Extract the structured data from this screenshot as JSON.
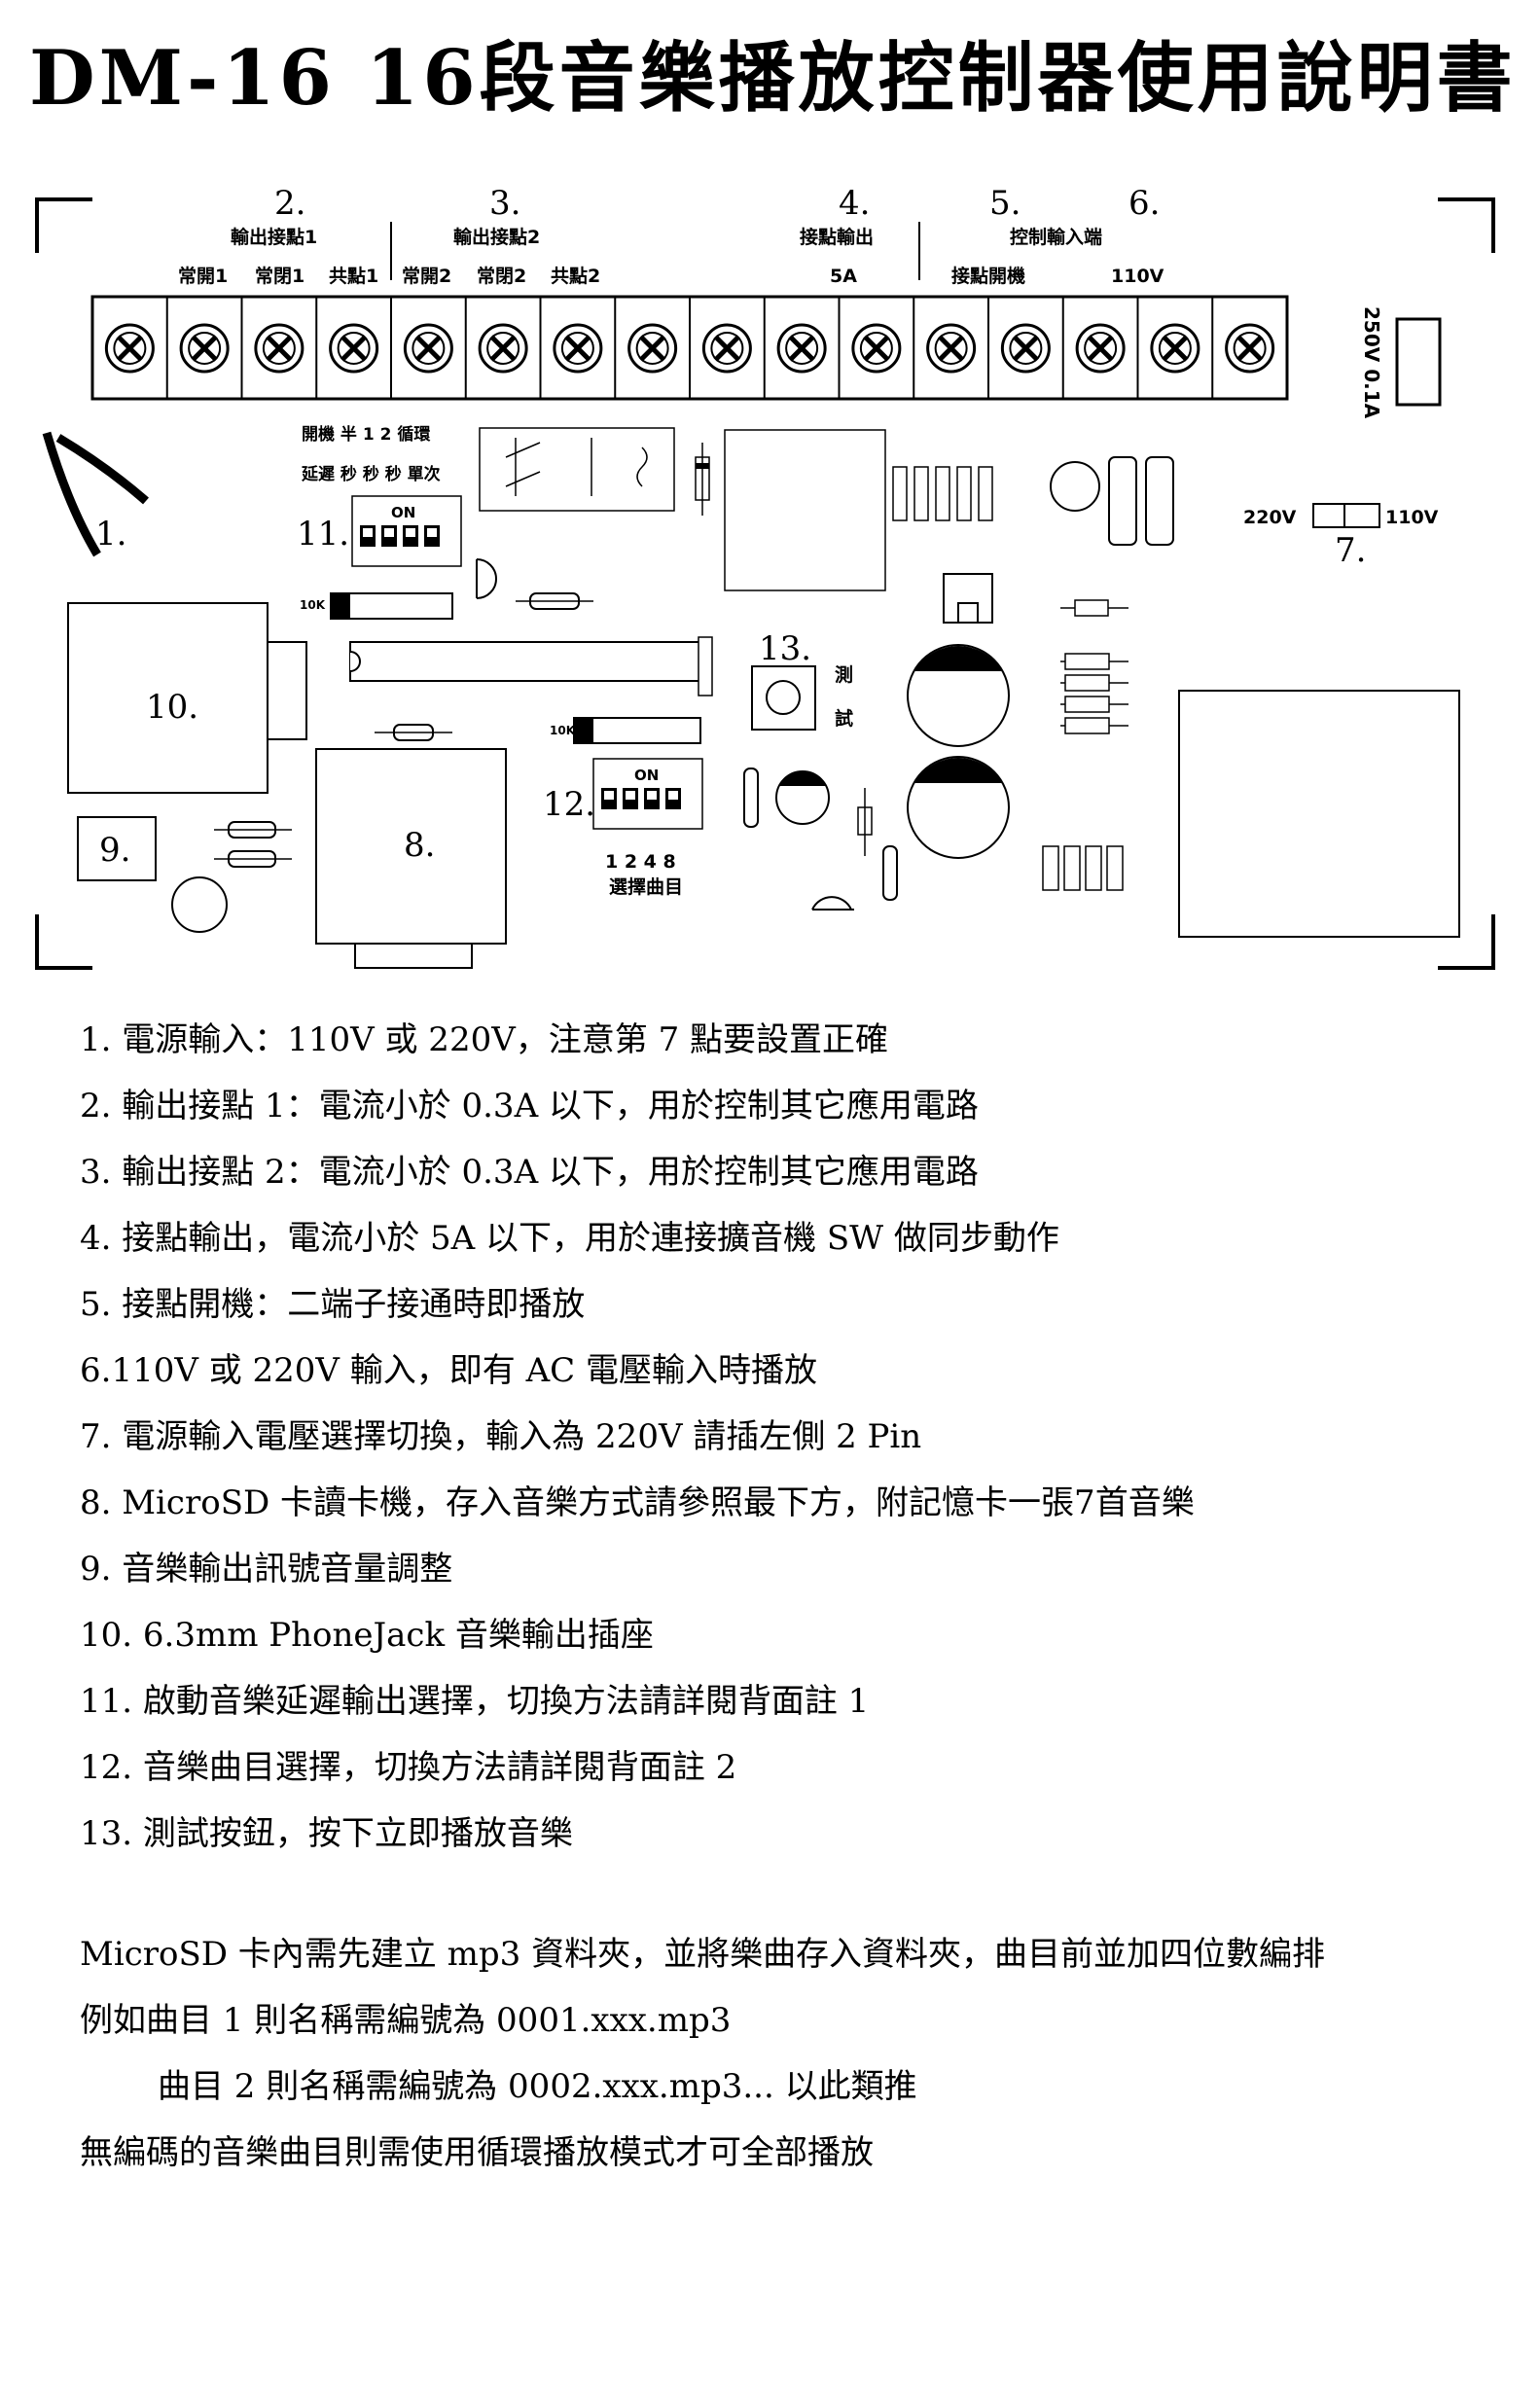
{
  "title": "DM-16 16段音樂播放控制器使用說明書",
  "board": {
    "callouts": {
      "c1": "1.",
      "c2": "2.",
      "c3": "3.",
      "c4": "4.",
      "c5": "5.",
      "c6": "6.",
      "c7": "7.",
      "c8": "8.",
      "c9": "9.",
      "c10": "10.",
      "c11": "11.",
      "c12": "12.",
      "c13": "13."
    },
    "groups": {
      "out1": "輸出接點1",
      "out2": "輸出接點2",
      "contact_out": "接點輸出",
      "ctrl_in": "控制輸入端"
    },
    "terminals": {
      "t1": "常開1",
      "t2": "常閉1",
      "t3": "共點1",
      "t4": "常開2",
      "t5": "常閉2",
      "t6": "共點2",
      "t7": "5A",
      "t8": "接點開機",
      "t9": "110V"
    },
    "fuse_label": "250V 0.1A",
    "volt_left": "220V",
    "volt_right": "110V",
    "dip1_row1": "開機  半  1  2  循環",
    "dip1_row2": "延遲  秒  秒  秒  單次",
    "on_label": "ON",
    "res_label": "10K",
    "test_label1": "測",
    "test_label2": "試",
    "dip2_bits": "1  2  4  8",
    "dip2_caption": "選擇曲目"
  },
  "notes": [
    "1. 電源輸入：110V 或 220V，注意第 7 點要設置正確",
    "2. 輸出接點 1：電流小於 0.3A 以下，用於控制其它應用電路",
    "3. 輸出接點 2：電流小於 0.3A 以下，用於控制其它應用電路",
    "4. 接點輸出，電流小於 5A 以下，用於連接擴音機 SW 做同步動作",
    "5. 接點開機：二端子接通時即播放",
    "6.110V 或 220V 輸入，即有 AC 電壓輸入時播放",
    "7. 電源輸入電壓選擇切換，輸入為 220V 請插左側 2 Pin",
    "8.  MicroSD 卡讀卡機，存入音樂方式請參照最下方，附記憶卡一張7首音樂",
    "9. 音樂輸出訊號音量調整",
    "10.  6.3mm PhoneJack 音樂輸出插座",
    "11. 啟動音樂延遲輸出選擇，切換方法請詳閱背面註 1",
    "12. 音樂曲目選擇，切換方法請詳閱背面註 2",
    "13. 測試按鈕，按下立即播放音樂"
  ],
  "instructions": [
    "MicroSD 卡內需先建立 mp3 資料夾，並將樂曲存入資料夾，曲目前並加四位數編排",
    "例如曲目 1 則名稱需編號為 0001.xxx.mp3",
    "曲目 2 則名稱需編號為 0002.xxx.mp3... 以此類推",
    "無編碼的音樂曲目則需使用循環播放模式才可全部播放"
  ]
}
